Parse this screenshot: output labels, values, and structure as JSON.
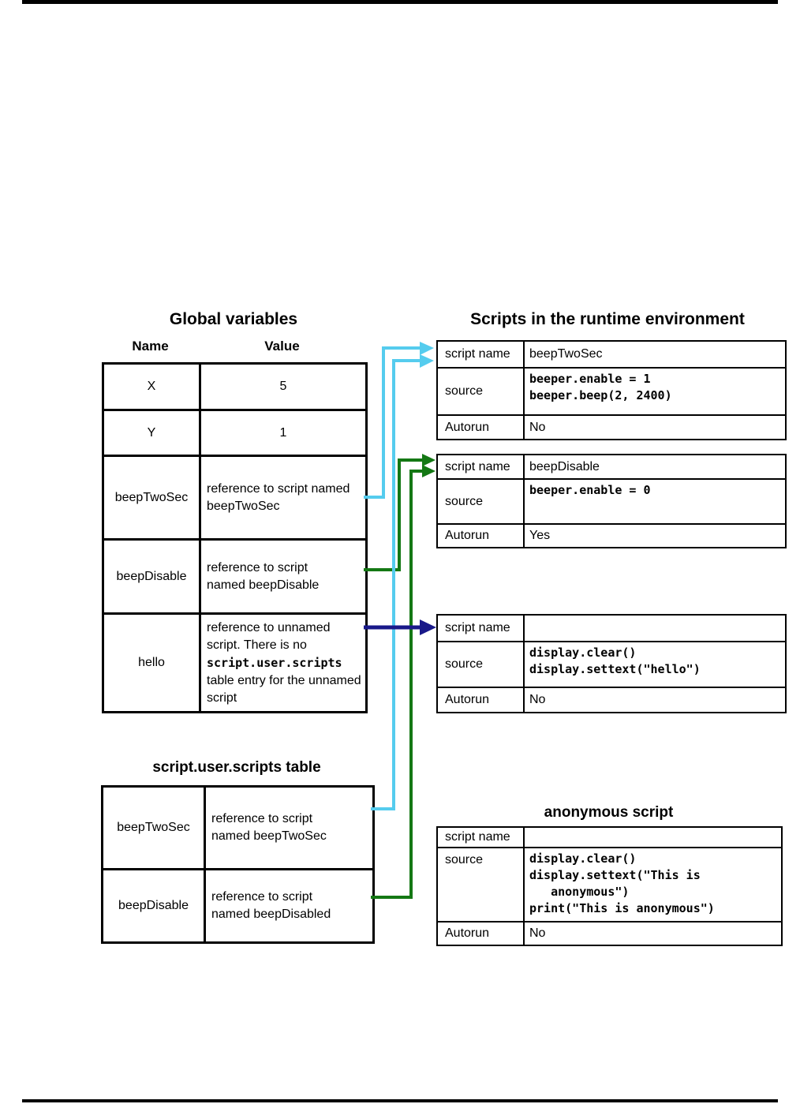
{
  "colors": {
    "arrow_cyan": "#55CCEE",
    "arrow_green": "#147814",
    "arrow_navy": "#191989"
  },
  "row_labels": {
    "script_name": "script name",
    "source": "source",
    "autorun": "Autorun"
  },
  "global_table": {
    "title": "Global variables",
    "col_headers": [
      "Name",
      "Value"
    ],
    "rows": [
      {
        "name": "X",
        "value": "5"
      },
      {
        "name": "Y",
        "value": "1"
      },
      {
        "name": "beepTwoSec",
        "value": "reference to script named\nbeepTwoSec"
      },
      {
        "name": "beepDisable",
        "value": "reference to script\nnamed beepDisable"
      },
      {
        "name": "hello",
        "value_pre": "reference to unnamed script. There is no ",
        "value_code": "script.user.scripts",
        "value_post": " table entry for the unnamed script"
      }
    ]
  },
  "runtime": {
    "title": "Scripts in the runtime environment",
    "tables": [
      {
        "script_name": "beepTwoSec",
        "source_lines": [
          "beeper.enable = 1",
          "beeper.beep(2, 2400)"
        ],
        "autorun": "No"
      },
      {
        "script_name": "beepDisable",
        "source_lines": [
          "beeper.enable = 0"
        ],
        "autorun": "Yes"
      },
      {
        "script_name": "",
        "source_lines": [
          "display.clear()",
          "display.settext(\"hello\")"
        ],
        "autorun": "No"
      }
    ]
  },
  "user_scripts": {
    "title": "script.user.scripts table",
    "rows": [
      {
        "name": "beepTwoSec",
        "value": "reference to script\nnamed beepTwoSec"
      },
      {
        "name": "beepDisable",
        "value": "reference to script\nnamed beepDisabled"
      }
    ]
  },
  "anonymous": {
    "title": "anonymous script",
    "script_name": "",
    "source_lines": [
      "display.clear()",
      "display.settext(\"This is",
      "   anonymous\")",
      "print(\"This is anonymous\")"
    ],
    "autorun": "No"
  },
  "arrows": [
    {
      "from": "global-variable-beepTwoSec",
      "to": "runtime-script-beepTwoSec",
      "color": "cyan"
    },
    {
      "from": "user-scripts-beepTwoSec",
      "to": "runtime-script-beepTwoSec",
      "color": "cyan"
    },
    {
      "from": "global-variable-beepDisable",
      "to": "runtime-script-beepDisable",
      "color": "green"
    },
    {
      "from": "user-scripts-beepDisable",
      "to": "runtime-script-beepDisable",
      "color": "green"
    },
    {
      "from": "global-variable-hello",
      "to": "runtime-script-unnamed",
      "color": "navy"
    }
  ]
}
